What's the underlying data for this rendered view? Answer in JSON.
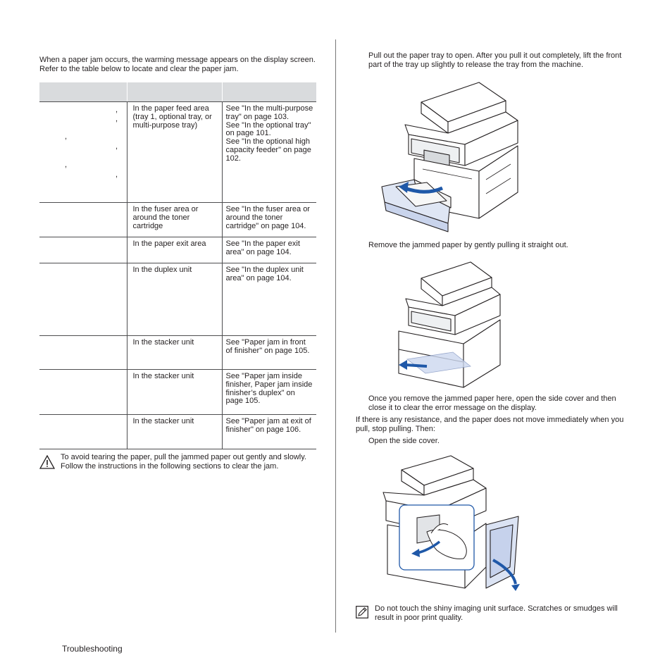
{
  "intro": "When a paper jam occurs, the warming message appears on the display screen. Refer to the table below to locate and clear the paper jam.",
  "table": {
    "headers": [
      "",
      "",
      ""
    ],
    "rows": [
      {
        "location": "In the paper feed area (tray 1, optional tray, or multi-purpose tray)",
        "see": "See \"In the multi-purpose tray\" on page 103.\nSee \"In the optional tray\" on page 101.\nSee \"In the optional high capacity feeder\" on page 102."
      },
      {
        "location": "In the fuser area or around the toner cartridge",
        "see": "See \"In the fuser area or around the toner cartridge\" on page 104."
      },
      {
        "location": "In the paper exit area",
        "see": "See \"In the paper exit area\" on page 104."
      },
      {
        "location": "In the duplex unit",
        "see": "See \"In the duplex unit area\" on page 104."
      },
      {
        "location": "In the stacker unit",
        "see": "See \"Paper jam in front of finisher\" on page 105."
      },
      {
        "location": "In the stacker unit",
        "see": "See \"Paper jam inside finisher, Paper jam inside finisher’s duplex\" on page 105."
      },
      {
        "location": "In the stacker unit",
        "see": "See \"Paper jam at exit of finisher\" on page 106."
      }
    ]
  },
  "caution": "To avoid tearing the paper, pull the jammed paper out gently and slowly. Follow the instructions in the following sections to clear the jam.",
  "steps": {
    "step1": "Pull out the paper tray to open. After you pull it out completely, lift the front part of the tray up slightly to release the tray from the machine.",
    "step2": "Remove the jammed paper by gently pulling it straight out.",
    "step3": "Once you remove the jammed paper here, open the side cover and then close it to clear the error message on the display.",
    "resistance": "If there is any resistance, and the paper does not move immediately when you pull, stop pulling. Then:",
    "step4": "Open the side cover."
  },
  "note": "Do not touch the shiny imaging unit surface. Scratches or smudges will result in poor print quality.",
  "footer": "Troubleshooting",
  "colors": {
    "header_bg": "#d9dbdd",
    "rule": "#4d4d4f",
    "text": "#231f20"
  },
  "icons": [
    "caution-triangle-icon",
    "note-pencil-icon"
  ]
}
